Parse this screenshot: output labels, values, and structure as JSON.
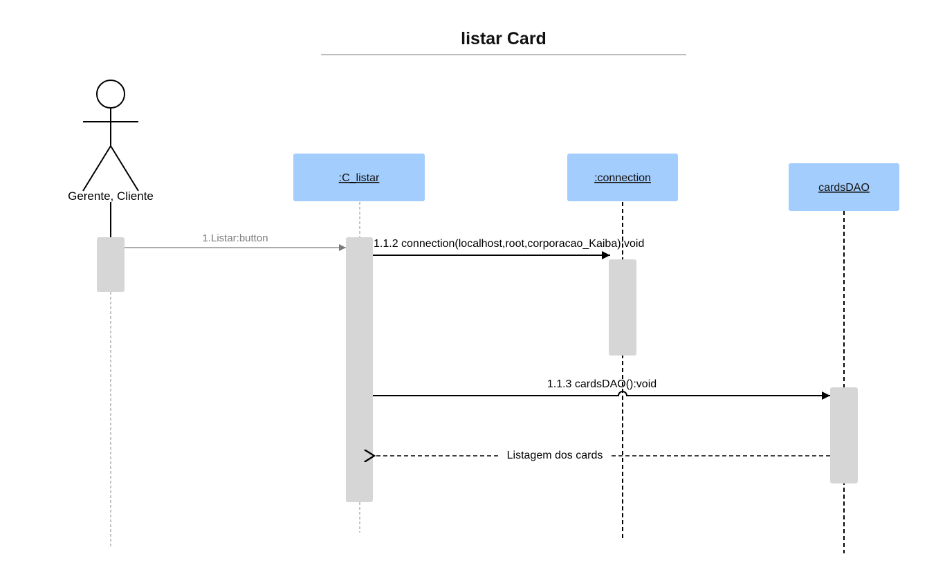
{
  "title": "listar Card",
  "actor": {
    "name": "Gerente, Cliente"
  },
  "participants": [
    {
      "id": "c_listar",
      "label": ":C_listar"
    },
    {
      "id": "connection",
      "label": ":connection"
    },
    {
      "id": "cardsdao",
      "label": "cardsDAO"
    }
  ],
  "messages": [
    {
      "id": "m1",
      "label": "1.Listar:button",
      "from": "actor",
      "to": "c_listar",
      "kind": "sync"
    },
    {
      "id": "m112",
      "label": "1.1.2 connection(localhost,root,corporacao_Kaiba):void",
      "from": "c_listar",
      "to": "connection",
      "kind": "sync"
    },
    {
      "id": "m113",
      "label": "1.1.3 cardsDAO():void",
      "from": "c_listar",
      "to": "cardsdao",
      "kind": "sync"
    },
    {
      "id": "mret",
      "label": "Listagem dos cards",
      "from": "cardsdao",
      "to": "c_listar",
      "kind": "return"
    }
  ],
  "colors": {
    "participant_fill": "#a3cdfd",
    "activation_fill": "#d6d6d6",
    "line": "#000000",
    "muted": "#7a7a7a"
  }
}
